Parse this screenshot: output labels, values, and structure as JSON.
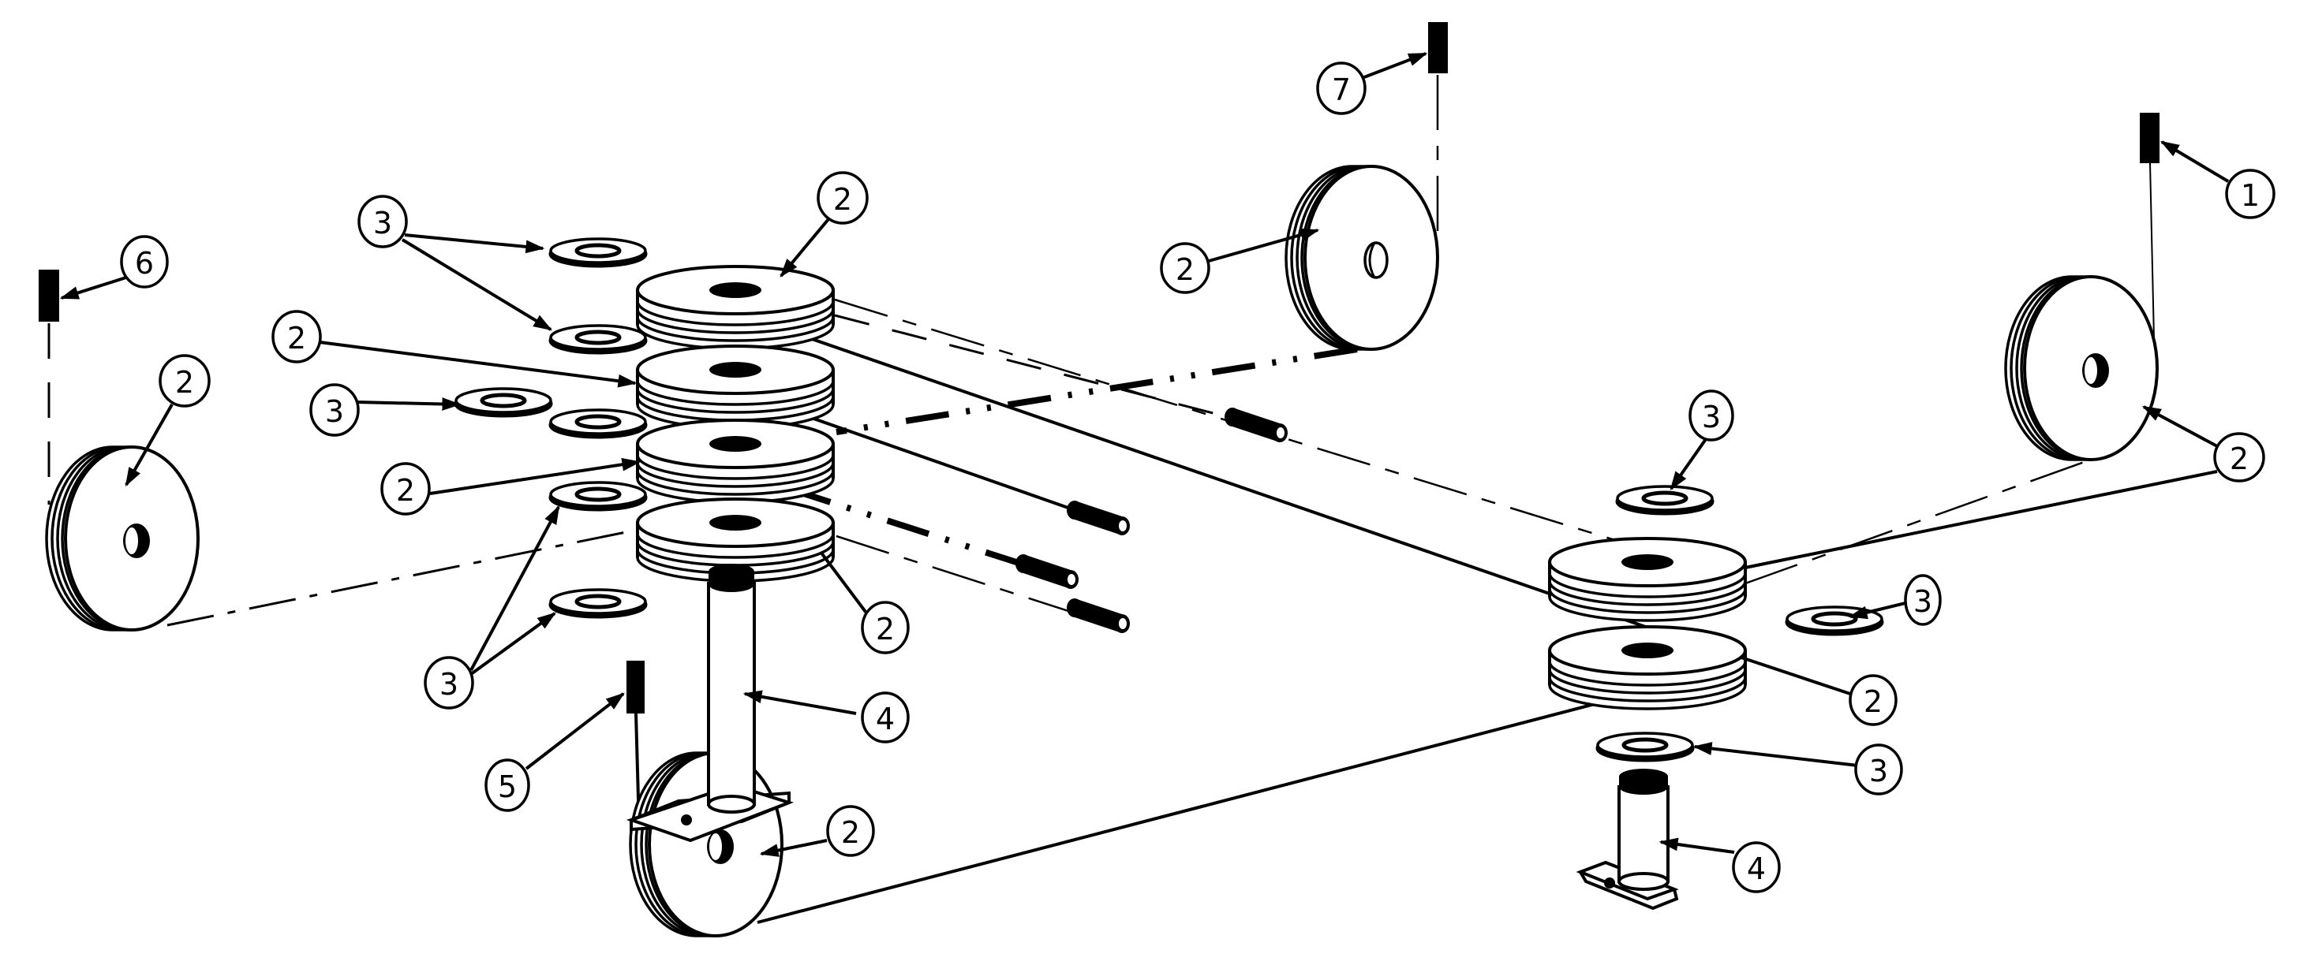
{
  "figure": {
    "type": "exploded isometric assembly drawing",
    "subject": "cable pulley system"
  },
  "callouts": {
    "c1": "1",
    "c2": "2",
    "c3": "3",
    "c4": "4",
    "c5": "5",
    "c6": "6",
    "c7": "7"
  },
  "parts": [
    {
      "item": "1",
      "name": "cable anchor",
      "count": 1
    },
    {
      "item": "2",
      "name": "pulley",
      "count": 10
    },
    {
      "item": "3",
      "name": "washer",
      "count": 9
    },
    {
      "item": "4",
      "name": "pulley post",
      "count": 2
    },
    {
      "item": "5",
      "name": "cable anchor",
      "count": 1
    },
    {
      "item": "6",
      "name": "cable anchor",
      "count": 1
    },
    {
      "item": "7",
      "name": "cable anchor",
      "count": 1
    }
  ],
  "callout_list": [
    {
      "id": "callout-6",
      "label": "6"
    },
    {
      "id": "callout-7",
      "label": "7"
    },
    {
      "id": "callout-1",
      "label": "1"
    },
    {
      "id": "callout-5",
      "label": "5"
    },
    {
      "id": "callout-2-left-pulley",
      "label": "2"
    },
    {
      "id": "callout-2-top-pulley",
      "label": "2"
    },
    {
      "id": "callout-2-right-pulley",
      "label": "2"
    },
    {
      "id": "callout-2-bottom-pulley",
      "label": "2"
    },
    {
      "id": "callout-2-stack-top",
      "label": "2"
    },
    {
      "id": "callout-2-stack-second",
      "label": "2"
    },
    {
      "id": "callout-2-stack-third",
      "label": "2"
    },
    {
      "id": "callout-2-stack-bottom",
      "label": "2"
    },
    {
      "id": "callout-2-right-stack-lower",
      "label": "2"
    },
    {
      "id": "callout-3-upper-pair",
      "label": "3"
    },
    {
      "id": "callout-3-left-single",
      "label": "3"
    },
    {
      "id": "callout-3-lower-pair",
      "label": "3"
    },
    {
      "id": "callout-3-right-top",
      "label": "3"
    },
    {
      "id": "callout-3-right-side",
      "label": "3"
    },
    {
      "id": "callout-3-right-bottom",
      "label": "3"
    },
    {
      "id": "callout-4-left",
      "label": "4"
    },
    {
      "id": "callout-4-right",
      "label": "4"
    }
  ]
}
